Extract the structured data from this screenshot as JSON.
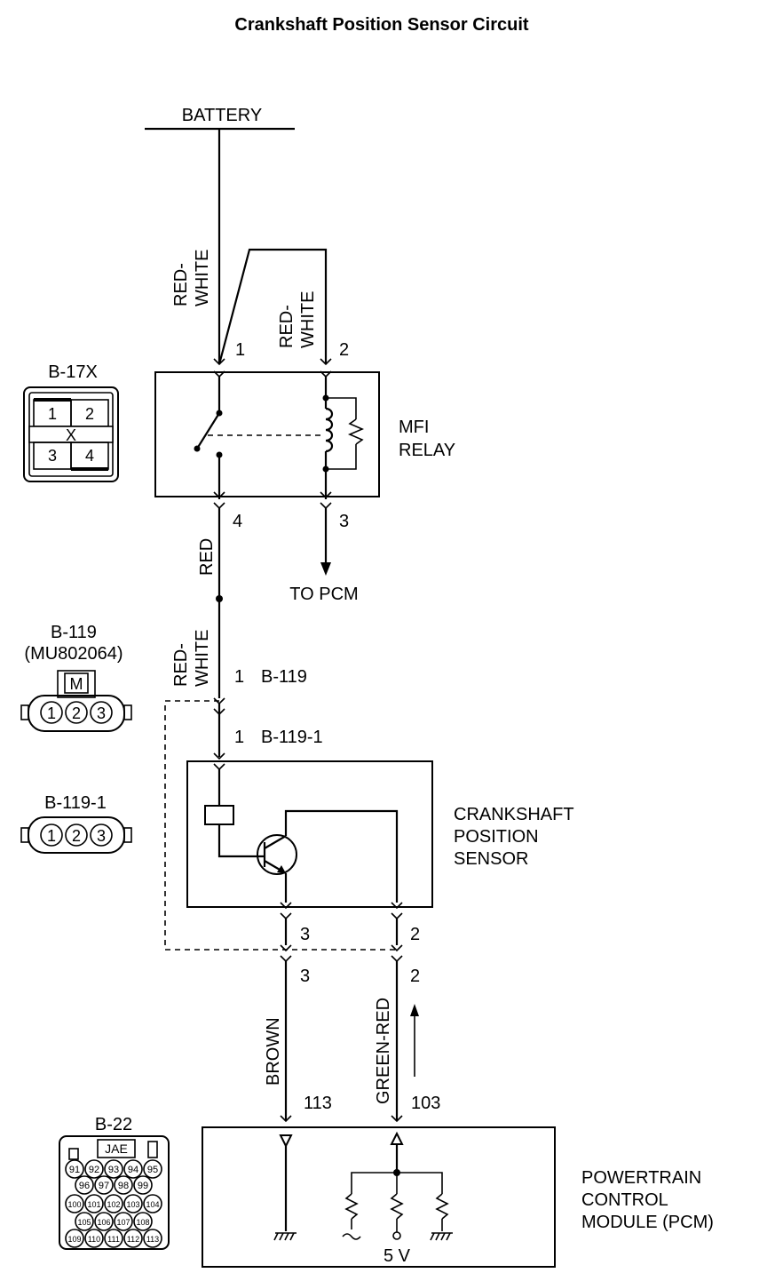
{
  "title": "Crankshaft Position Sensor Circuit",
  "battery": {
    "label": "BATTERY"
  },
  "wires": {
    "battery_to_relay1": "RED-\nWHITE",
    "battery_to_relay2": "RED-\nWHITE",
    "relay4_to_junction": "RED",
    "junction_to_b119": "RED-\nWHITE",
    "sensor3_to_pcm": "BROWN",
    "sensor2_to_pcm": "GREEN-RED"
  },
  "wire_lines": {
    "red_white_1a": "RED-",
    "red_white_1b": "WHITE",
    "red_white_2a": "RED-",
    "red_white_2b": "WHITE",
    "red": "RED",
    "red_white_3a": "RED-",
    "red_white_3b": "WHITE",
    "brown": "BROWN",
    "green_red": "GREEN-RED"
  },
  "relay": {
    "name_line1": "MFI",
    "name_line2": "RELAY",
    "pin1": "1",
    "pin2": "2",
    "pin3": "3",
    "pin4": "4",
    "to_pcm": "TO PCM"
  },
  "connectors": {
    "b17x": {
      "label": "B-17X",
      "pins": [
        "1",
        "2",
        "3",
        "4"
      ],
      "center": "X"
    },
    "b119": {
      "label": "B-119",
      "part": "(MU802064)",
      "key": "M",
      "pins": [
        "1",
        "2",
        "3"
      ]
    },
    "b119_1": {
      "label": "B-119-1",
      "pins": [
        "1",
        "2",
        "3"
      ]
    },
    "b22": {
      "label": "B-22",
      "maker": "JAE",
      "row1": [
        "91",
        "92",
        "93",
        "94",
        "95"
      ],
      "row2": [
        "96",
        "97",
        "98",
        "99"
      ],
      "row3": [
        "100",
        "101",
        "102",
        "103",
        "104"
      ],
      "row4": [
        "105",
        "106",
        "107",
        "108"
      ],
      "row5": [
        "109",
        "110",
        "111",
        "112",
        "113"
      ]
    }
  },
  "callouts": {
    "b119_pin": "1",
    "b119_ref": "B-119",
    "b1191_pin": "1",
    "b1191_ref": "B-119-1",
    "sensor_pin3_top": "3",
    "sensor_pin2_top": "2",
    "sensor_pin3_bottom": "3",
    "sensor_pin2_bottom": "2",
    "pcm_pin_brown": "113",
    "pcm_pin_green": "103"
  },
  "sensor": {
    "line1": "CRANKSHAFT",
    "line2": "POSITION",
    "line3": "SENSOR"
  },
  "pcm": {
    "line1": "POWERTRAIN",
    "line2": "CONTROL",
    "line3": "MODULE (PCM)",
    "supply": "5 V"
  }
}
